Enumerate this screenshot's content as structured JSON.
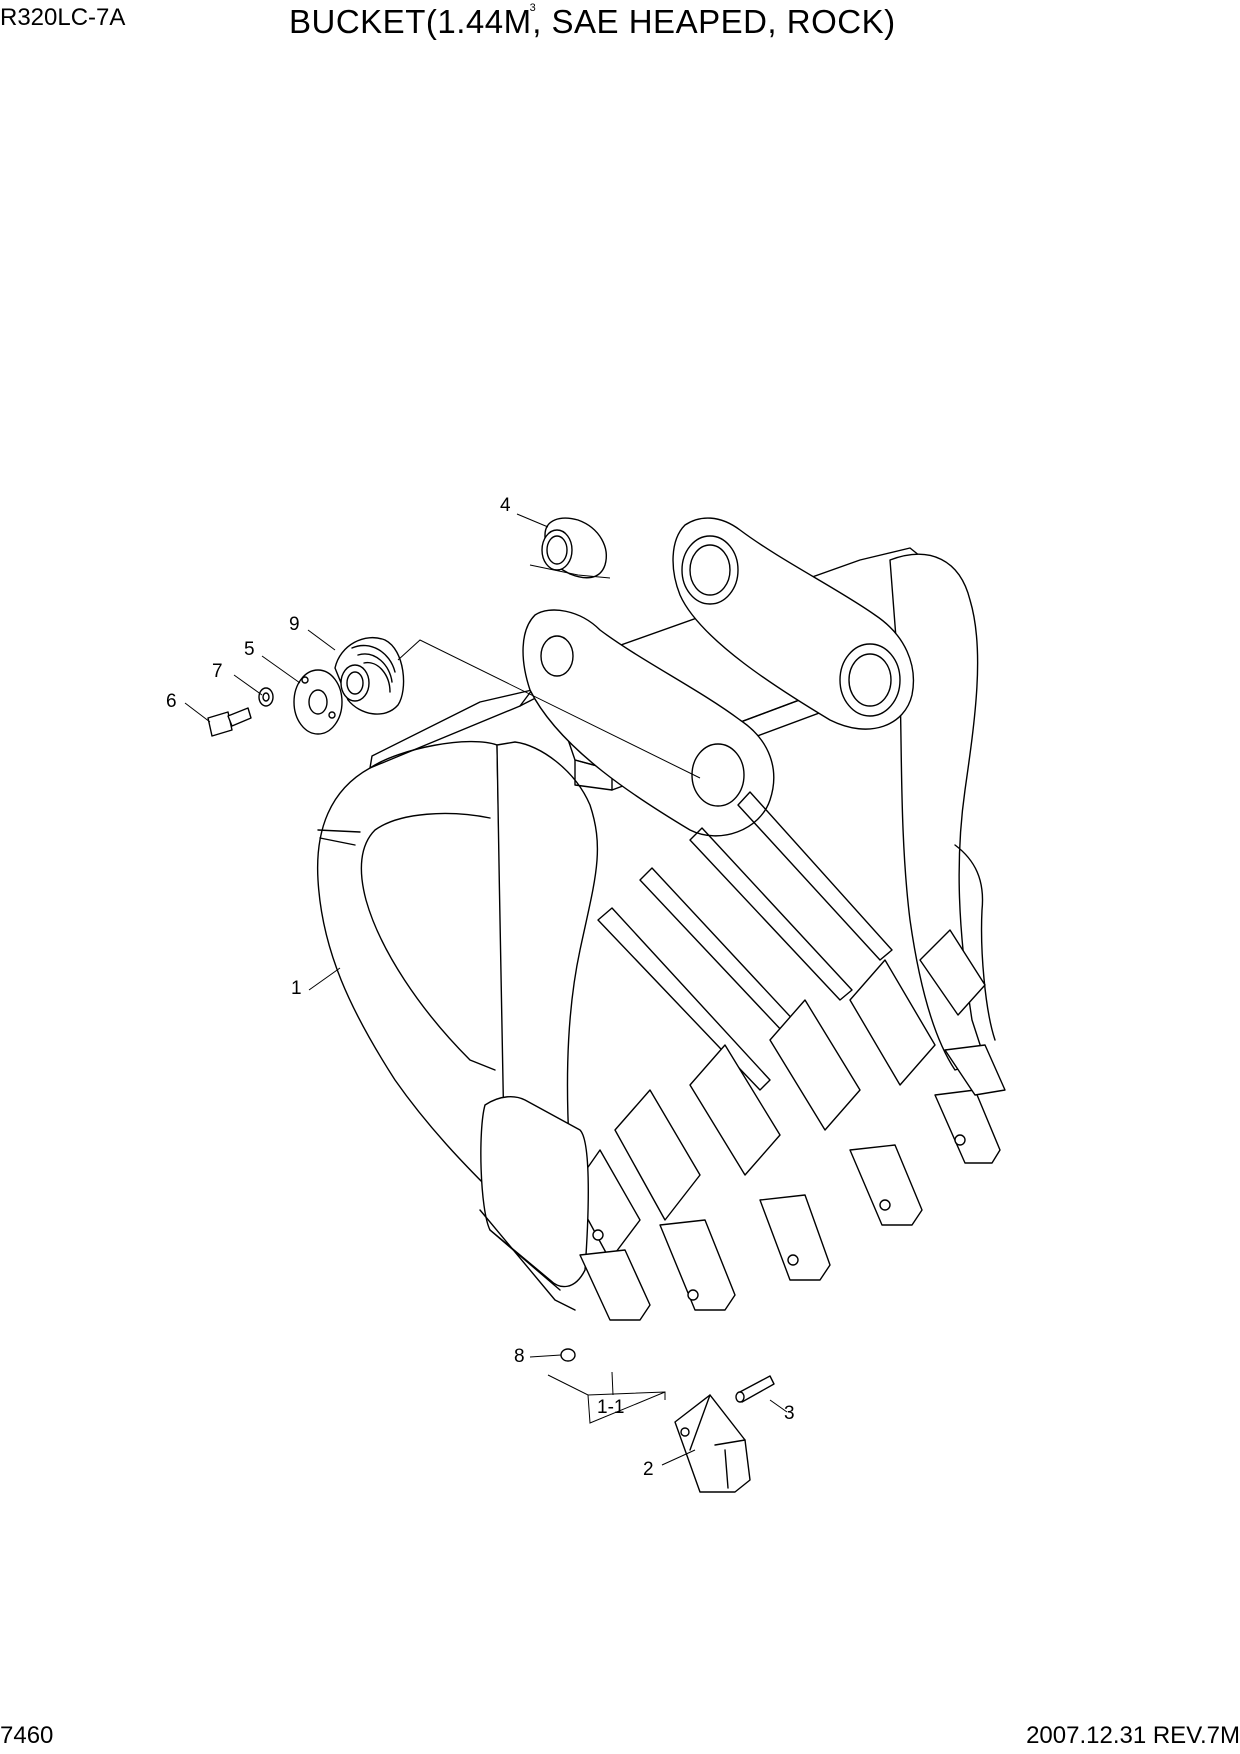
{
  "header": {
    "model": "R320LC-7A",
    "title_main": "BUCKET(1.44M",
    "title_sup": "3",
    "title_rest": ", SAE HEAPED, ROCK)"
  },
  "footer": {
    "page_number": "7460",
    "revision": "2007.12.31  REV.7M"
  },
  "callouts": {
    "c1": "1",
    "c1_1": "1-1",
    "c2": "2",
    "c3": "3",
    "c4": "4",
    "c5": "5",
    "c6": "6",
    "c7": "7",
    "c8": "8",
    "c9": "9"
  }
}
